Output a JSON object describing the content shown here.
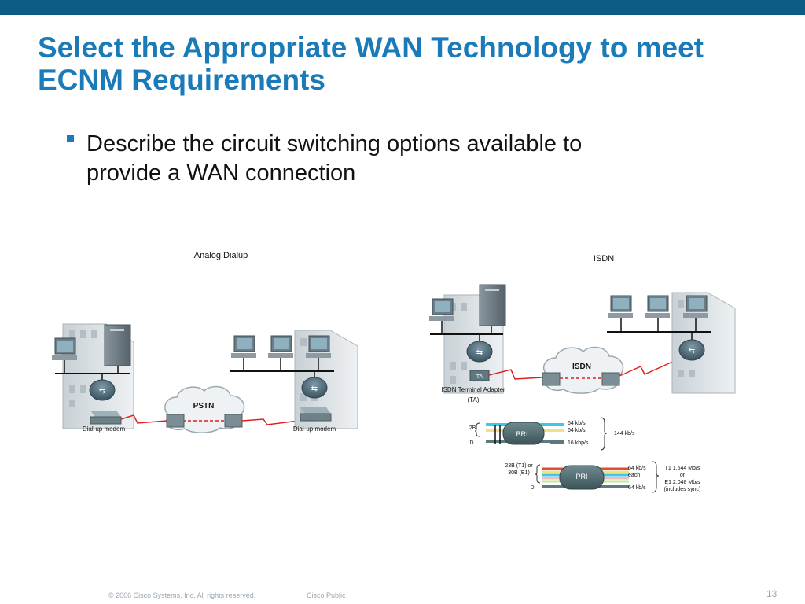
{
  "slide": {
    "title_line1": "Select the Appropriate WAN Technology to meet",
    "title_line2": "ECNM Requirements",
    "bullet_line1": "Describe the circuit switching options available to",
    "bullet_line2": "provide a WAN connection"
  },
  "analog": {
    "heading": "Analog Dialup",
    "cloud_label": "PSTN",
    "modem_left_label": "Dial-up modem",
    "modem_right_label": "Dial-up modem"
  },
  "isdn": {
    "heading": "ISDN",
    "cloud_label": "ISDN",
    "ta_badge": "TA",
    "ta_label_line1": "ISDN Terminal Adapter",
    "ta_label_line2": "(TA)",
    "bri": {
      "label": "BRI",
      "b_channels_label": "2B",
      "d_channel_label": "D",
      "b1_rate": "64 kb/s",
      "b2_rate": "64 kb/s",
      "d_rate": "16 kbp/s",
      "total": "144 kb/s"
    },
    "pri": {
      "label": "PRI",
      "b_channels_line1": "23B (T1) or",
      "b_channels_line2": "30B (E1)",
      "d_channel_label": "D",
      "b_rate_line1": "64 kb/s",
      "b_rate_line2": "each",
      "d_rate": "64 kb/s",
      "total_line1": "T1 1.544 Mb/s",
      "total_line2": "or",
      "total_line3": "E1 2.048 Mb/s",
      "total_line4": "(includes sync)"
    }
  },
  "footer": {
    "copyright": "© 2006 Cisco Systems, Inc. All rights reserved.",
    "classification": "Cisco Public",
    "page_number": "13"
  },
  "colors": {
    "header_bar": "#0d5c86",
    "title": "#1a7bb8",
    "wan_link": "#e02020"
  }
}
